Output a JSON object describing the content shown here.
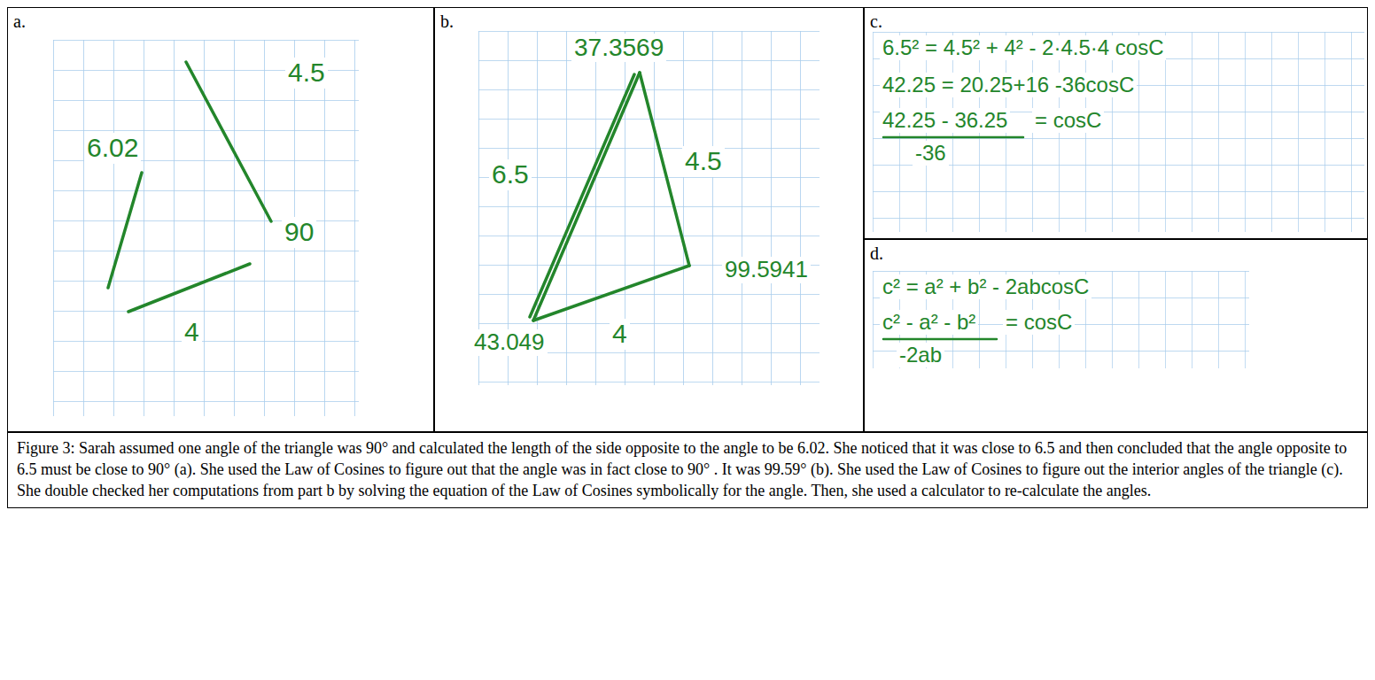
{
  "diagram": {
    "caption": "Figure 3: Sarah assumed one angle of the triangle was 90° and calculated the length of the side opposite to the angle to be 6.02. She noticed that it was close to 6.5 and then concluded that the angle opposite to 6.5 must be close to 90° (a). She used the Law of Cosines to figure out that the angle was in fact close to 90° . It was 99.59° (b). She used the Law of Cosines to figure out the interior angles of the triangle (c). She double checked her computations from part b by solving the equation of the Law of Cosines symbolically for the angle. Then, she used a calculator to re-calculate the angles.",
    "nodes": [
      {
        "text": [
          "a."
        ]
      },
      {
        "text": [
          "b."
        ]
      },
      {
        "text": [
          "c."
        ]
      },
      {
        "text": [
          "d."
        ]
      }
    ],
    "labels": [
      "6.02",
      "4.5",
      "90",
      "4",
      "37.3569",
      "6.5",
      "4.5",
      "99.5941",
      "43.049",
      "4",
      "6.5² = 4.5² + 4² - 2·4.5·4 cosC",
      "42.25 = 20.25+16 -36cosC",
      "42.25 - 36.25",
      "= cosC",
      "-36",
      "c² = a² + b² - 2abcosC",
      "c² - a² - b²",
      "= cosC",
      "-2ab"
    ]
  }
}
